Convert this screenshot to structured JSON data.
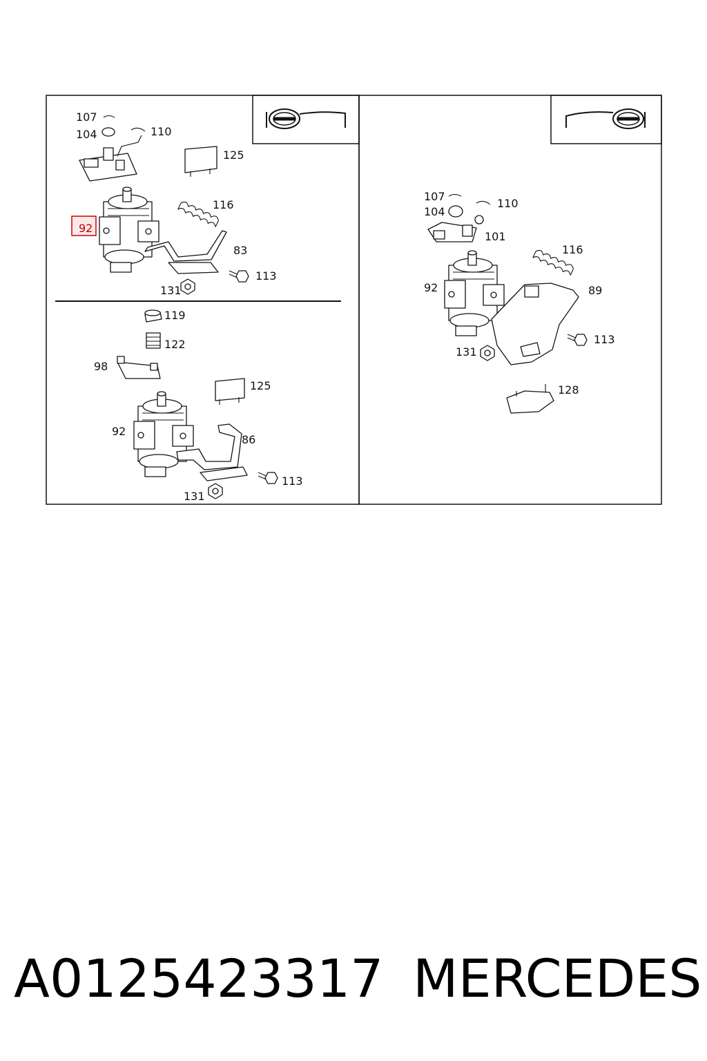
{
  "diagram": {
    "panel_top_left": {
      "callouts": [
        "107",
        "104",
        "110",
        "125",
        "116",
        "83",
        "113",
        "131"
      ],
      "highlighted_callout": "92"
    },
    "panel_bottom_left": {
      "callouts": [
        "119",
        "122",
        "98",
        "125",
        "92",
        "86",
        "113",
        "131"
      ]
    },
    "panel_right": {
      "callouts": [
        "107",
        "104",
        "110",
        "101",
        "116",
        "92",
        "89",
        "131",
        "113",
        "128"
      ]
    },
    "highlight_color": "#d00000",
    "view_icons": [
      "steering-wheel-left-icon",
      "steering-wheel-right-icon"
    ]
  },
  "caption": {
    "part_number": "A0125423317",
    "brand": "MERCEDES"
  }
}
